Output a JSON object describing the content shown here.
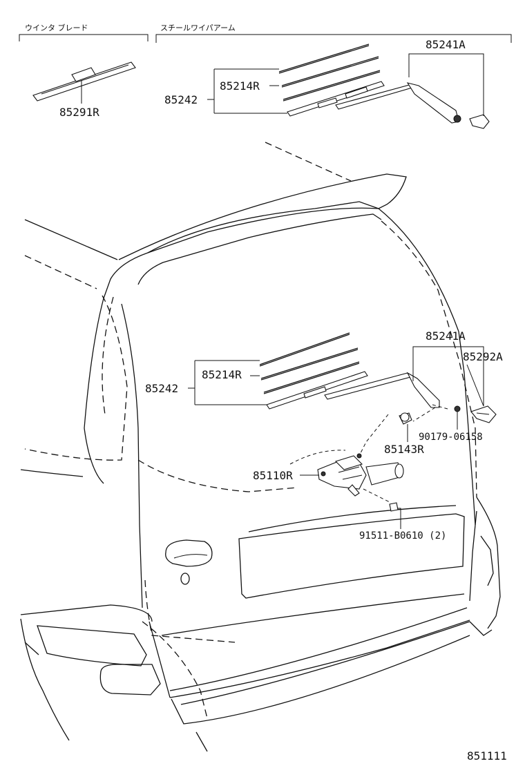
{
  "headers": {
    "blade_group": "ウインタ ブレード",
    "arm_group": "スチールワイパアーム"
  },
  "labels": {
    "blade_top": "85291R",
    "arm_top": "85241A",
    "insert_top": "85214R",
    "assy_top": "85242",
    "arm_mid": "85241A",
    "cap": "85292A",
    "insert_mid": "85214R",
    "assy_mid": "85242",
    "nut": "90179-06158",
    "pivot": "85143R",
    "motor": "85110R",
    "bolt": "91511-B0610 (2)",
    "diagram_id": "851111"
  }
}
